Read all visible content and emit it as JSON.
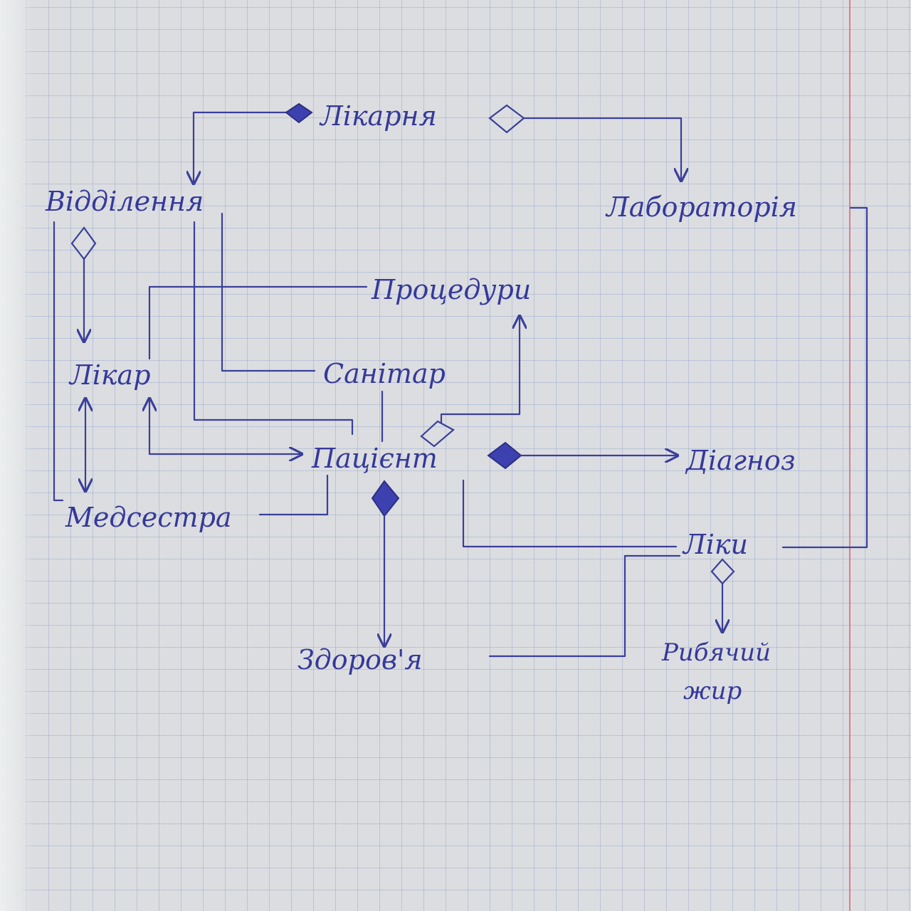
{
  "nodes": {
    "hospital": "Лікарня",
    "department": "Відділення",
    "laboratory": "Лабораторія",
    "procedures": "Процедури",
    "doctor": "Лікар",
    "orderly": "Санітар",
    "patient": "Пацієнт",
    "diagnosis": "Діагноз",
    "nurse": "Медсестра",
    "medicine": "Ліки",
    "health": "Здоров'я",
    "fish_oil_line1": "Рибячий",
    "fish_oil_line2": "жир"
  },
  "colors": {
    "ink": "#3a3f9a",
    "margin": "#e06a7a"
  }
}
